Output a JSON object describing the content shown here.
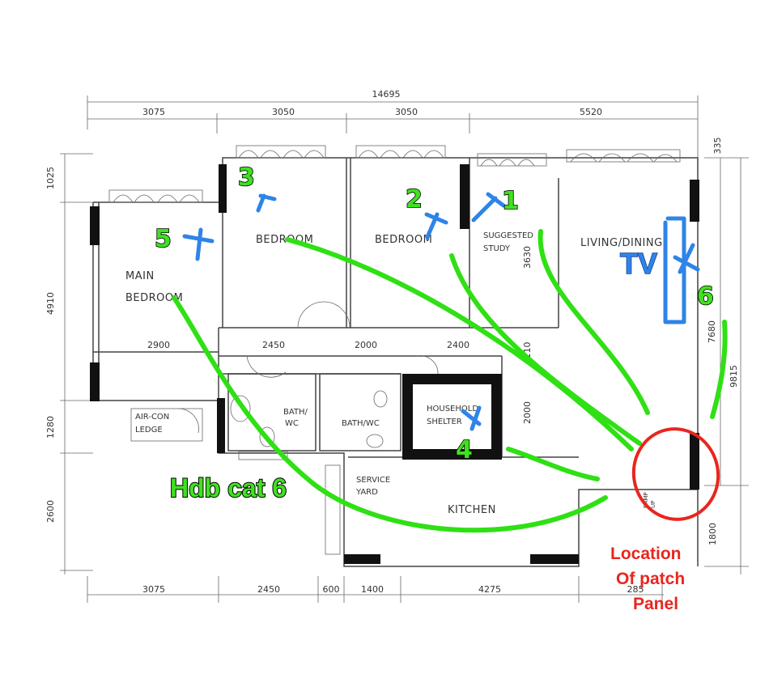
{
  "dimensions": {
    "total_width": "14695",
    "top": [
      "3075",
      "3050",
      "3050",
      "5520"
    ],
    "top_right": "335",
    "left": [
      "1025",
      "4910",
      "1280",
      "2600"
    ],
    "right": [
      "7680",
      "9815",
      "1800"
    ],
    "interior": [
      "2900",
      "2450",
      "2000",
      "2400"
    ],
    "vertical_interior": [
      "3630",
      "110",
      "2000"
    ],
    "bottom": [
      "3075",
      "2450",
      "600",
      "1400",
      "4275",
      "285"
    ]
  },
  "rooms": {
    "main_bedroom": [
      "MAIN",
      "BEDROOM"
    ],
    "bedroom_1": "BEDROOM",
    "bedroom_2": "BEDROOM",
    "study": [
      "SUGGESTED",
      "STUDY"
    ],
    "living": "LIVING/DINING",
    "bath_1": [
      "BATH/",
      "WC"
    ],
    "bath_2": "BATH/WC",
    "shelter": [
      "HOUSEHOLD",
      "SHELTER"
    ],
    "aircon": [
      "AIR-CON",
      "LEDGE"
    ],
    "service_yard": [
      "SERVICE",
      "YARD"
    ],
    "kitchen": "KITCHEN",
    "ramp": [
      "RAMP",
      "UP"
    ]
  },
  "annotations": {
    "points": [
      "1",
      "2",
      "3",
      "4",
      "5",
      "6"
    ],
    "tv_label": "TV",
    "cable_label": "Hdb cat 6",
    "patch_panel": [
      "Location",
      "Of patch",
      "Panel"
    ]
  },
  "colors": {
    "cable": "#2fe014",
    "outlet": "#2e84e8",
    "highlight": "#e8261f"
  }
}
